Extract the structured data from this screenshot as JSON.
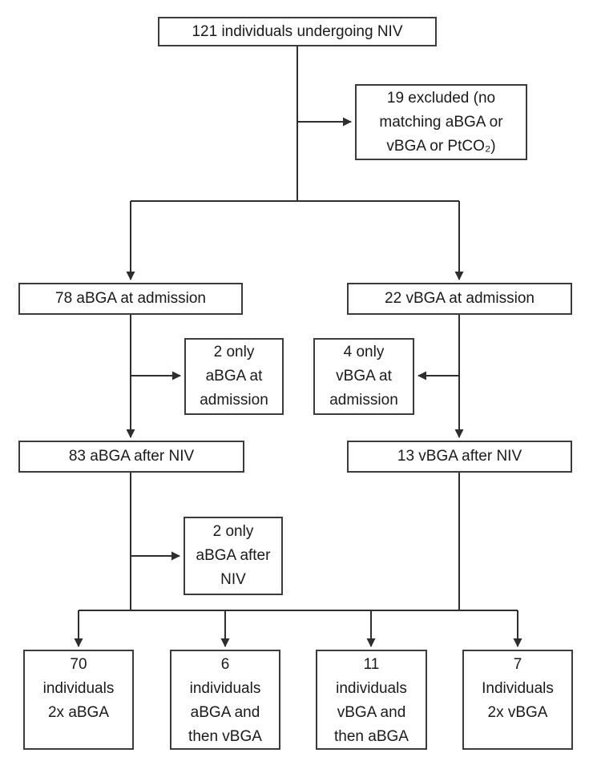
{
  "flowchart": {
    "colors": {
      "line": "#2e2e2e",
      "box_border": "#3b3b3b",
      "text": "#1a1a1a",
      "background": "#ffffff"
    },
    "nodes": {
      "total": {
        "lines": [
          "121 individuals undergoing NIV"
        ]
      },
      "excluded": {
        "lines": [
          "19 excluded (no",
          "matching aBGA or",
          "vBGA or PtCO₂)"
        ]
      },
      "abga_admission": {
        "lines": [
          "78 aBGA at admission"
        ]
      },
      "vbga_admission": {
        "lines": [
          "22 vBGA at admission"
        ]
      },
      "only_abga_admission": {
        "lines": [
          "2 only",
          "aBGA at",
          "admission"
        ]
      },
      "only_vbga_admission": {
        "lines": [
          "4 only",
          "vBGA at",
          "admission"
        ]
      },
      "abga_after_niv": {
        "lines": [
          "83 aBGA after NIV"
        ]
      },
      "vbga_after_niv": {
        "lines": [
          "13 vBGA after NIV"
        ]
      },
      "only_abga_after_niv": {
        "lines": [
          "2 only",
          "aBGA after",
          "NIV"
        ]
      },
      "both_abga": {
        "lines": [
          "70",
          "individuals",
          "2x aBGA"
        ]
      },
      "abga_then_vbga": {
        "lines": [
          "6",
          "individuals",
          "aBGA and",
          "then vBGA"
        ]
      },
      "vbga_then_abga": {
        "lines": [
          "11",
          "individuals",
          "vBGA and",
          "then aBGA"
        ]
      },
      "both_vbga": {
        "lines": [
          "7",
          "Individuals",
          "2x vBGA"
        ]
      }
    }
  }
}
